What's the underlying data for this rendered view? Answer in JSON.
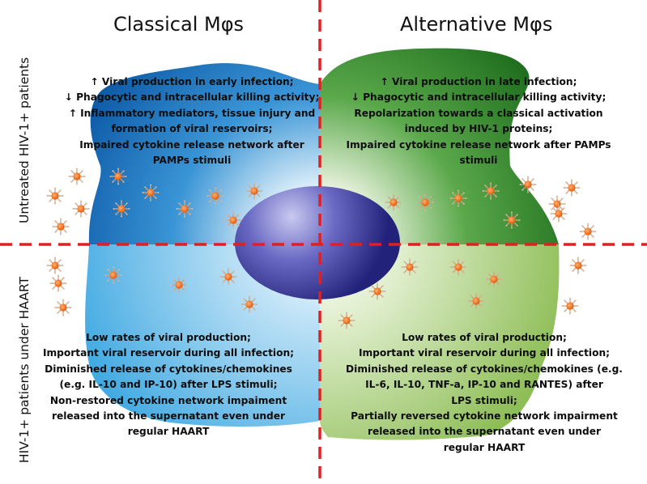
{
  "columns": {
    "classical": "Classical Mφs",
    "alternative": "Alternative Mφs"
  },
  "rows": {
    "untreated": "Untreated HIV-1+ patients",
    "haart": "HIV-1+ patients under HAART"
  },
  "quadrants": {
    "classical_untreated": [
      "↑ Viral production in early infection;",
      "↓ Phagocytic and intracellular killing activity;",
      "↑ Inflammatory mediators, tissue injury and",
      "formation of viral reservoirs;",
      "Impaired cytokine release network after",
      "PAMPs stimuli"
    ],
    "alternative_untreated": [
      "↑ Viral production in late infection;",
      "↓ Phagocytic and intracellular killing activity;",
      "Repolarization towards a classical activation",
      "induced by HIV-1 proteins;",
      "Impaired cytokine release network after PAMPs",
      "stimuli"
    ],
    "classical_haart": [
      "Low rates of viral production;",
      "Important viral reservoir during all infection;",
      "Diminished release of cytokines/chemokines",
      "(e.g. IL-10 and IP-10) after LPS stimuli;",
      "Non-restored cytokine network impaiment",
      "released into the supernatant even under",
      "regular HAART"
    ],
    "alternative_haart": [
      "Low rates of viral production;",
      "Important viral reservoir during all infection;",
      "Diminished release of cytokines/chemokines (e.g.",
      "IL-6, IL-10, TNF-a, IP-10 and RANTES) after",
      "LPS stimuli;",
      "Partially reversed cytokine network impairment",
      "released into the supernatant even under",
      "regular HAART"
    ]
  },
  "colors": {
    "classical_untreated": "#1f7fc4",
    "alternative_untreated": "#2f8a2f",
    "classical_haart": "#56b4e6",
    "alternative_haart": "#96c45c",
    "nucleus": "#4e4eb0",
    "divider": "#e02020",
    "particle": "#f26d16"
  },
  "icons": {
    "particle": "virus-particle-icon",
    "nucleus": "cell-nucleus-icon"
  }
}
